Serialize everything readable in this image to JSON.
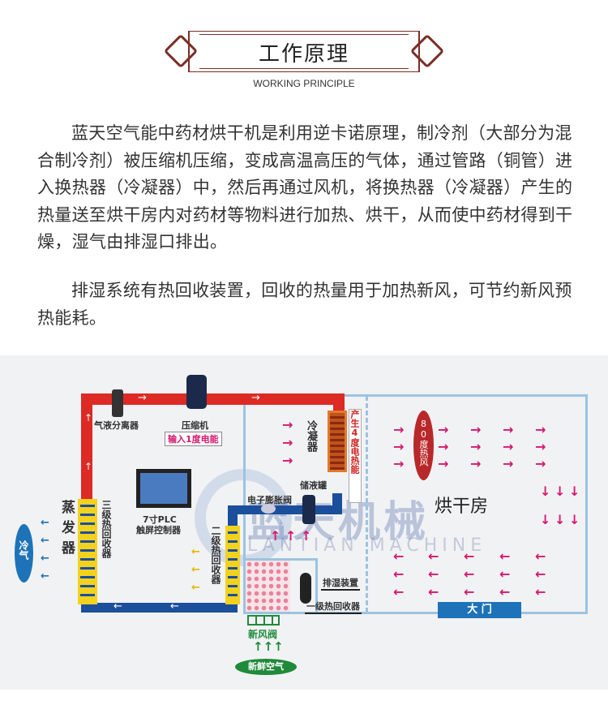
{
  "header": {
    "title": "工作原理",
    "subtitle": "WORKING PRINCIPLE"
  },
  "paragraphs": [
    "蓝天空气能中药材烘干机是利用逆卡诺原理，制冷剂（大部分为混合制冷剂）被压缩机压缩，变成高温高压的气体，通过管路（铜管）进入换热器（冷凝器）中，然后再通过风机，将换热器（冷凝器）产生的热量送至烘干房内对药材等物料进行加热、烘干，从而使中药材得到干燥，湿气由排湿口排出。",
    "排湿系统有热回收装置，回收的热量用于加热新风，可节约新风预热能耗。"
  ],
  "diagram": {
    "separator": "气液分离器",
    "compressor": "压缩机",
    "power_input": "输入1度电能",
    "condenser": "冷凝器",
    "heat_output": "产生4度电热能",
    "plc_line1": "7寸PLC",
    "plc_line2": "触屏控制器",
    "expansion_valve": "电子膨胀阀",
    "receiver": "储液罐",
    "evaporator": "蒸发器",
    "cold_air": "冷气",
    "recovery3": "三级热回收器",
    "recovery2": "二级热回收器",
    "recovery1": "一级热回收器",
    "dehumidifier": "排湿装置",
    "fresh_valve": "新风阀",
    "fresh_air": "新鲜空气",
    "hot_air": "80度热风",
    "drying_room": "烘干房",
    "door": "大 门",
    "watermark_cn": "蓝天机械",
    "watermark_en": "LANTIAN MACHINE"
  },
  "colors": {
    "red_pipe": "#dd2a25",
    "blue_pipe": "#1b4f9c",
    "room_outline": "#9cc3e0",
    "door": "#1e73b8",
    "fresh": "#1f8a3a",
    "arrows": "#d4186e"
  }
}
